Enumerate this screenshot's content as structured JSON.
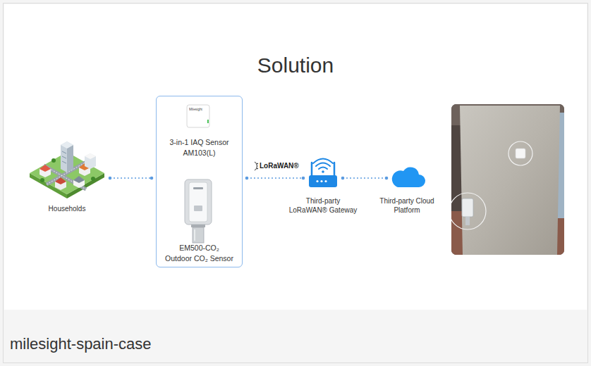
{
  "diagram": {
    "title": "Solution",
    "caption": "milesight-spain-case",
    "nodes": [
      {
        "text": [
          "Households"
        ]
      },
      {
        "text": []
      },
      {
        "text": [
          "3-in-1 IAQ Sensor",
          "AM103(L)"
        ],
        "in": 1
      },
      {
        "text": [
          "EM500-CO₂",
          "Outdoor CO₂ Sensor"
        ],
        "in": 1
      },
      {
        "text": [
          "Third-party LoRaWAN® Gateway"
        ]
      },
      {
        "text": [
          "Third-party Cloud Platform"
        ]
      }
    ],
    "edges": [
      {
        "from": 0,
        "to": 1,
        "arrow": "none"
      },
      {
        "from": 1,
        "to": 4,
        "label": "LoRaWAN®",
        "arrow": "none"
      },
      {
        "from": 4,
        "to": 5,
        "arrow": "none"
      }
    ],
    "labels": [
      "Milesight"
    ]
  }
}
